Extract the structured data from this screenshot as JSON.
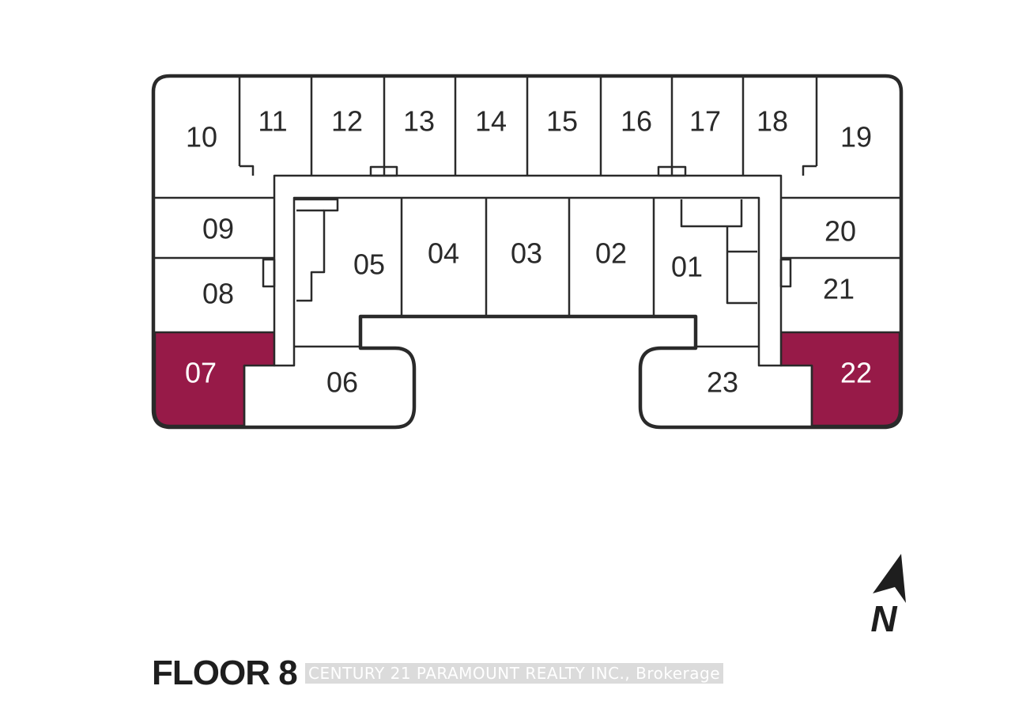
{
  "floor": {
    "title": "FLOOR 8"
  },
  "watermark": "CENTURY 21 PARAMOUNT REALTY INC., Brokerage",
  "north": {
    "label": "N"
  },
  "colors": {
    "highlight": "#971a48",
    "outline": "#2a2a2a",
    "background": "#ffffff"
  },
  "units": [
    {
      "id": "01",
      "highlighted": false
    },
    {
      "id": "02",
      "highlighted": false
    },
    {
      "id": "03",
      "highlighted": false
    },
    {
      "id": "04",
      "highlighted": false
    },
    {
      "id": "05",
      "highlighted": false
    },
    {
      "id": "06",
      "highlighted": false
    },
    {
      "id": "07",
      "highlighted": true
    },
    {
      "id": "08",
      "highlighted": false
    },
    {
      "id": "09",
      "highlighted": false
    },
    {
      "id": "10",
      "highlighted": false
    },
    {
      "id": "11",
      "highlighted": false
    },
    {
      "id": "12",
      "highlighted": false
    },
    {
      "id": "13",
      "highlighted": false
    },
    {
      "id": "14",
      "highlighted": false
    },
    {
      "id": "15",
      "highlighted": false
    },
    {
      "id": "16",
      "highlighted": false
    },
    {
      "id": "17",
      "highlighted": false
    },
    {
      "id": "18",
      "highlighted": false
    },
    {
      "id": "19",
      "highlighted": false
    },
    {
      "id": "20",
      "highlighted": false
    },
    {
      "id": "21",
      "highlighted": false
    },
    {
      "id": "22",
      "highlighted": true
    },
    {
      "id": "23",
      "highlighted": false
    }
  ]
}
